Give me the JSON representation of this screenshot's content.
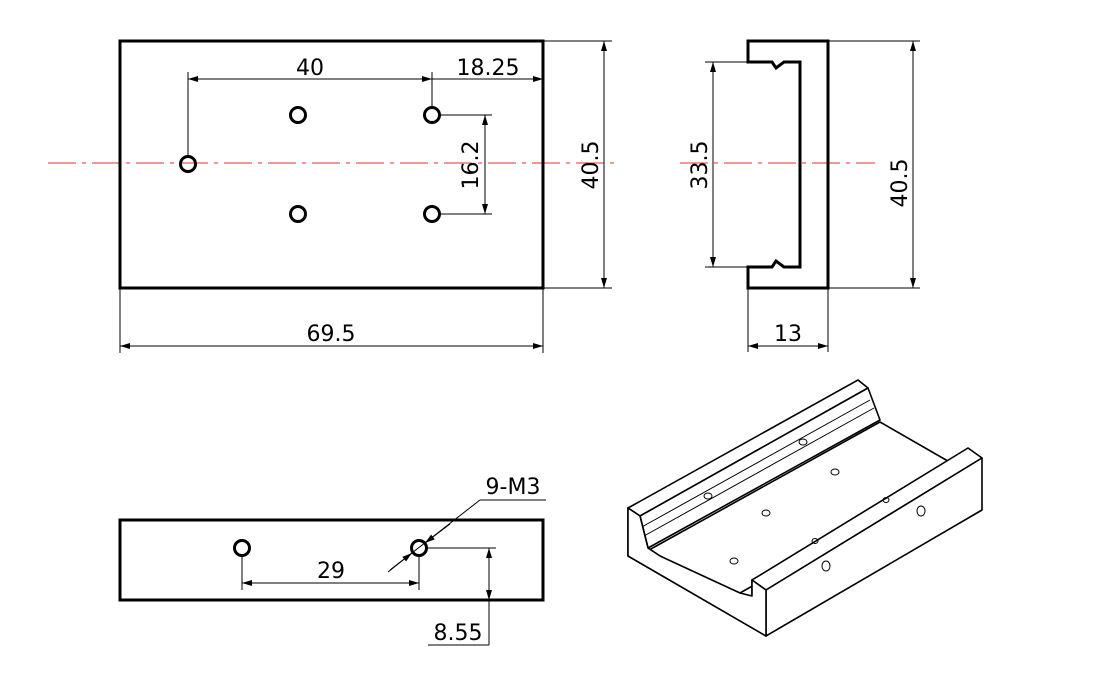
{
  "front_view": {
    "dim_hole_spacing_x": "40",
    "dim_edge_offset": "18.25",
    "dim_hole_spacing_y": "16.2",
    "dim_height": "40.5",
    "dim_width": "69.5"
  },
  "side_view": {
    "dim_inner_height": "33.5",
    "dim_height": "40.5",
    "dim_depth": "13"
  },
  "bottom_view": {
    "callout_thread": "9-M3",
    "dim_hole_spacing": "29",
    "dim_hole_height": "8.55"
  },
  "colors": {
    "outline": "#000000",
    "centerline": "#e8302a",
    "background": "#ffffff"
  }
}
